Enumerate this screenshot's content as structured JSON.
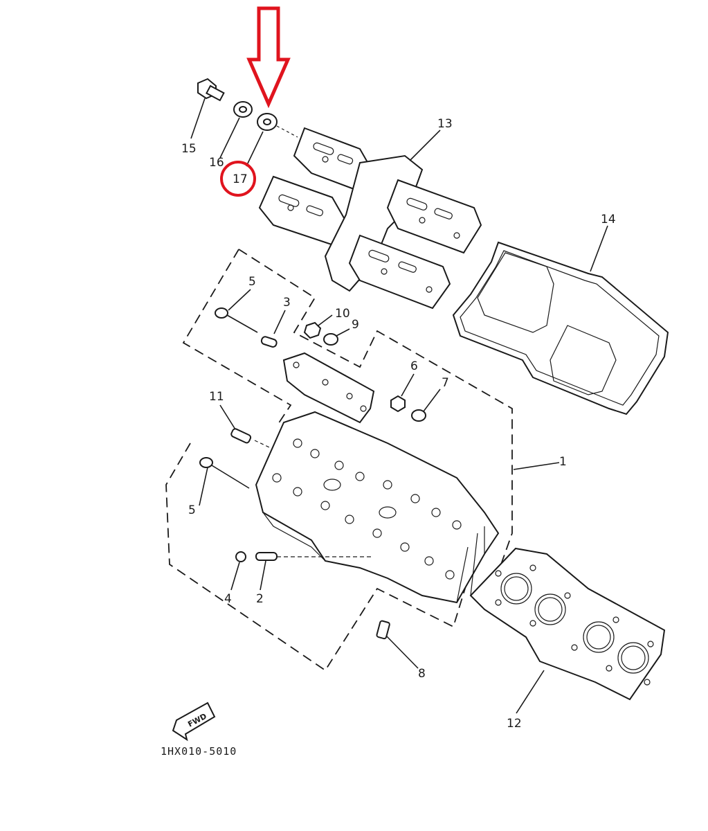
{
  "diagram": {
    "labels": {
      "p1": "1",
      "p2": "2",
      "p3": "3",
      "p4": "4",
      "p5a": "5",
      "p5b": "5",
      "p6": "6",
      "p7": "7",
      "p8": "8",
      "p9": "9",
      "p10": "10",
      "p11": "11",
      "p12": "12",
      "p13": "13",
      "p14": "14",
      "p15": "15",
      "p16": "16",
      "p17": "17"
    },
    "fwd_label": "FWD",
    "part_code": "1HX010-5010",
    "highlight": {
      "part": "17",
      "color": "#e0141e"
    }
  }
}
